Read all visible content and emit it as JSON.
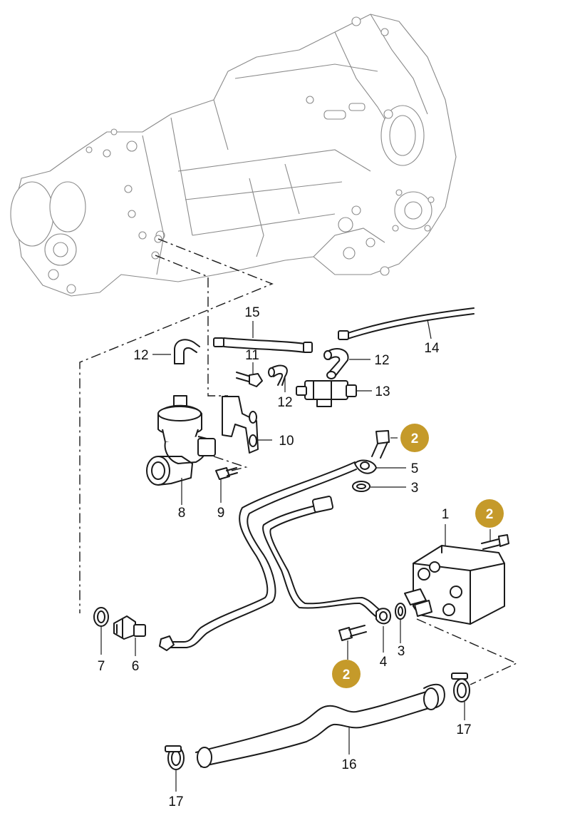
{
  "colors": {
    "line": "#1a1a1a",
    "transmission": "#8a8a8a",
    "badge": "#c59a2a",
    "badge_text": "#ffffff"
  },
  "callouts": {
    "c1": "1",
    "c3a": "3",
    "c3b": "3",
    "c4": "4",
    "c5": "5",
    "c6": "6",
    "c7": "7",
    "c8": "8",
    "c9": "9",
    "c10": "10",
    "c11": "11",
    "c12a": "12",
    "c12b": "12",
    "c12c": "12",
    "c13": "13",
    "c14": "14",
    "c15": "15",
    "c16": "16",
    "c17a": "17",
    "c17b": "17"
  },
  "badges": {
    "b1": "2",
    "b2": "2",
    "b3": "2"
  }
}
